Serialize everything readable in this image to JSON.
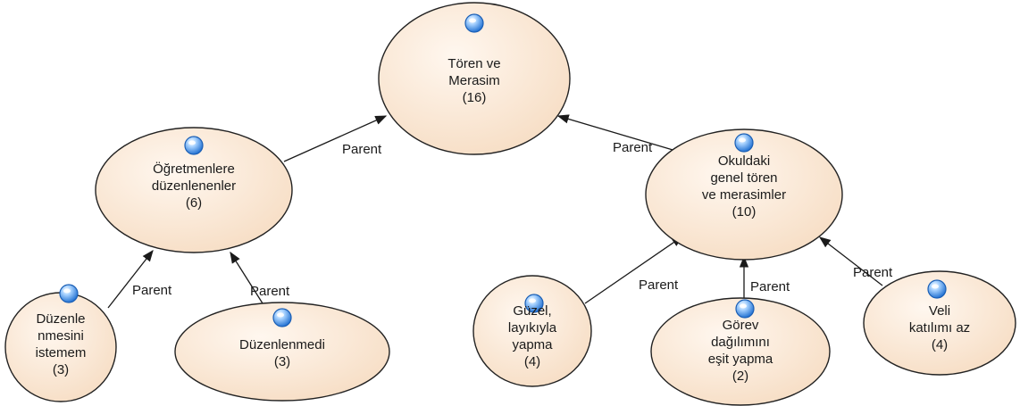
{
  "colors": {
    "node_fill": "#fbe8d6",
    "node_stroke": "#222222",
    "edge": "#1a1a1a",
    "marker": "#3d8fe0"
  },
  "nodes": [
    {
      "id": "n1",
      "lines": [
        "Tören ve",
        "Merasim",
        "(16)"
      ],
      "icon": "blue-sphere-icon"
    },
    {
      "id": "n2",
      "lines": [
        "Öğretmenlere",
        "düzenlenenler",
        "(6)"
      ],
      "icon": "blue-sphere-icon"
    },
    {
      "id": "n3",
      "lines": [
        "Okuldaki",
        "genel tören",
        "ve merasimler",
        "(10)"
      ],
      "icon": "blue-sphere-icon"
    },
    {
      "id": "n4",
      "lines": [
        "Düzenle",
        "nmesini",
        "istemem",
        "(3)"
      ],
      "icon": "blue-sphere-icon"
    },
    {
      "id": "n5",
      "lines": [
        "Düzenlenmedi",
        "(3)"
      ],
      "icon": "blue-sphere-icon"
    },
    {
      "id": "n6",
      "lines": [
        "Güzel,",
        "layıkıyla",
        "yapma",
        "(4)"
      ],
      "icon": "blue-sphere-icon"
    },
    {
      "id": "n7",
      "lines": [
        "Görev",
        "dağılımını",
        "eşit yapma",
        "(2)"
      ],
      "icon": "blue-sphere-icon"
    },
    {
      "id": "n8",
      "lines": [
        "Veli",
        "katılımı az",
        "(4)"
      ],
      "icon": "blue-sphere-icon"
    }
  ],
  "edges": [
    {
      "from": "n2",
      "to": "n1",
      "label": "Parent"
    },
    {
      "from": "n3",
      "to": "n1",
      "label": "Parent"
    },
    {
      "from": "n4",
      "to": "n2",
      "label": "Parent"
    },
    {
      "from": "n5",
      "to": "n2",
      "label": "Parent"
    },
    {
      "from": "n6",
      "to": "n3",
      "label": "Parent"
    },
    {
      "from": "n7",
      "to": "n3",
      "label": "Parent"
    },
    {
      "from": "n8",
      "to": "n3",
      "label": "Parent"
    }
  ]
}
